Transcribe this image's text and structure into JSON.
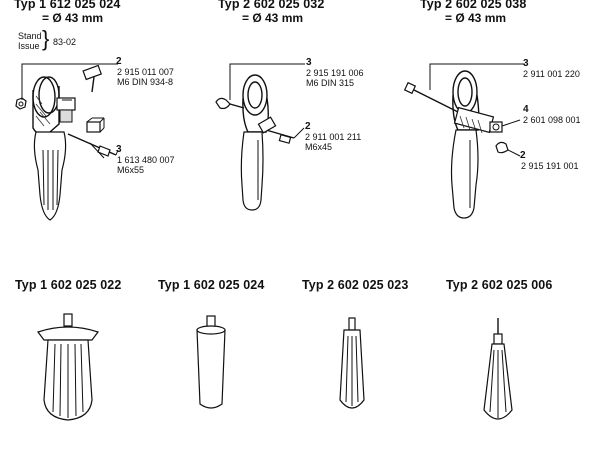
{
  "top_row": [
    {
      "typ": "Typ 1 612 025 024",
      "diameter": "= Ø 43 mm"
    },
    {
      "typ": "Typ 2 602 025 032",
      "diameter": "= Ø 43 mm"
    },
    {
      "typ": "Typ 2 602 025 038",
      "diameter": "= Ø 43 mm"
    }
  ],
  "stand": {
    "line1": "Stand",
    "line2": "Issue",
    "date": "83-02"
  },
  "callouts_1": [
    {
      "index": "2",
      "part": "2 915 011 007",
      "spec": "M6 DIN 934-8"
    },
    {
      "index": "3",
      "part": "1 613 480 007",
      "spec": "M6x55"
    }
  ],
  "callouts_2": [
    {
      "index": "3",
      "part": "2 915 191 006",
      "spec": "M6 DIN 315"
    },
    {
      "index": "2",
      "part": "2 911 001 211",
      "spec": "M6x45"
    }
  ],
  "callouts_3": [
    {
      "index": "3",
      "part": "2 911 001 220"
    },
    {
      "index": "4",
      "part": "2 601 098 001"
    },
    {
      "index": "2",
      "part": "2 915 191 001"
    }
  ],
  "bottom_row": [
    {
      "typ": "Typ 1 602 025 022"
    },
    {
      "typ": "Typ 1 602 025 024"
    },
    {
      "typ": "Typ 2 602 025 023"
    },
    {
      "typ": "Typ 2 602 025 006"
    }
  ]
}
